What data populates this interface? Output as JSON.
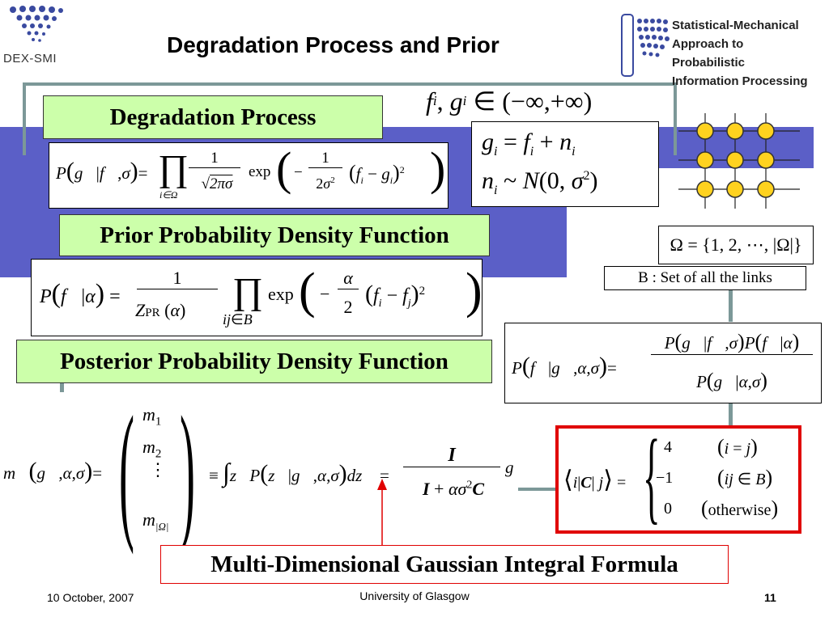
{
  "header": {
    "title": "Degradation Process and Prior",
    "logo_left_text": "DEX-SMI",
    "logo_right_lines": [
      "Statistical-Mechanical",
      "Approach to Probabilistic",
      "Information Processing"
    ]
  },
  "boxes": {
    "degradation": "Degradation Process",
    "prior": "Prior Probability Density Function",
    "posterior": "Posterior Probability Density Function",
    "gaussian": "Multi-Dimensional Gaussian Integral Formula"
  },
  "equations": {
    "domain": "f_i, g_i ∈ (−∞, +∞)",
    "noise_model_1": "g_i = f_i + n_i",
    "noise_model_2": "n_i ~ N(0, σ²)",
    "omega": "Ω = {1, 2, ⋯, |Ω|}",
    "links_label": "B : Set of all the links"
  },
  "footer": {
    "date": "10 October, 2007",
    "institution": "University of Glasgow",
    "page": "11"
  },
  "colors": {
    "band": "#5b5fc7",
    "frame": "#7c9898",
    "green_box": "#ccffaa",
    "red_box": "#e00000",
    "node": "#ffd21f"
  }
}
